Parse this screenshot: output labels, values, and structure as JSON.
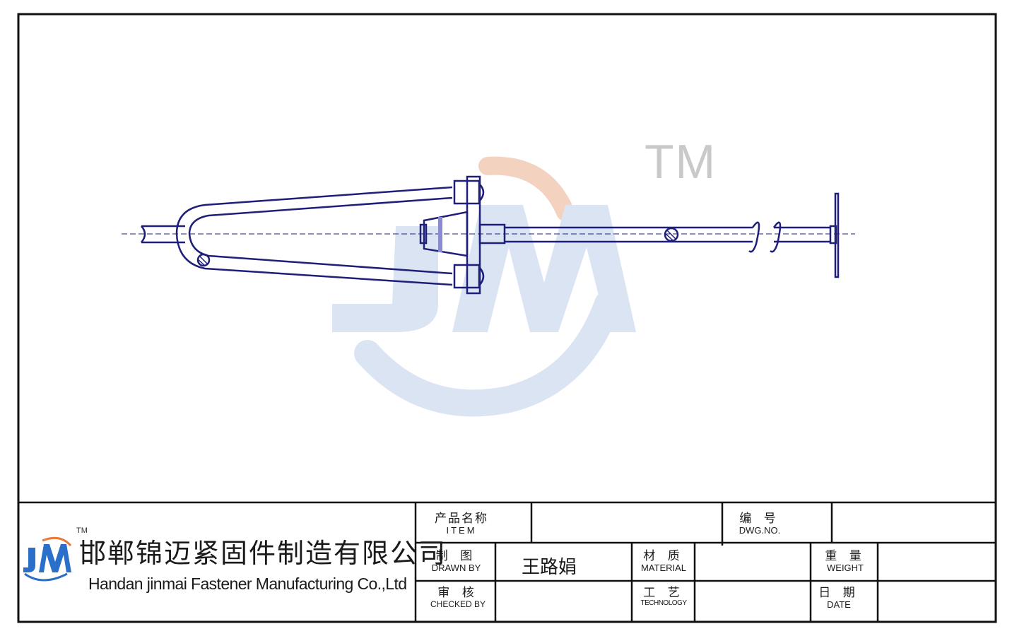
{
  "watermark": {
    "trademark": "TM",
    "logo_text": "JM"
  },
  "company": {
    "logo": "JM",
    "logo_trademark": "TM",
    "name_zh": "邯郸锦迈紧固件制造有限公司",
    "name_en": "Handan jinmai Fastener Manufacturing Co.,Ltd"
  },
  "title_block": {
    "item": {
      "zh": "产品名称",
      "en": "ITEM",
      "value": ""
    },
    "dwg_no": {
      "zh": "编 号",
      "en": "DWG.NO.",
      "value": ""
    },
    "drawn_by": {
      "zh": "制 图",
      "en": "DRAWN BY",
      "value": "王路娟"
    },
    "material": {
      "zh": "材 质",
      "en": "MATERIAL",
      "value": ""
    },
    "weight": {
      "zh": "重 量",
      "en": "WEIGHT",
      "value": ""
    },
    "checked_by": {
      "zh": "审 核",
      "en": "CHECKED BY",
      "value": ""
    },
    "technology": {
      "zh": "工 艺",
      "en": "TECHNOLOGY",
      "value": ""
    },
    "date": {
      "zh": "日 期",
      "en": "DATE",
      "value": ""
    }
  },
  "colors": {
    "line": "#1f1f7a",
    "frame": "#111111",
    "watermark_blue": "#dbe4f3",
    "watermark_orange": "#f3d2c0",
    "watermark_gray": "#c9c9c9"
  }
}
